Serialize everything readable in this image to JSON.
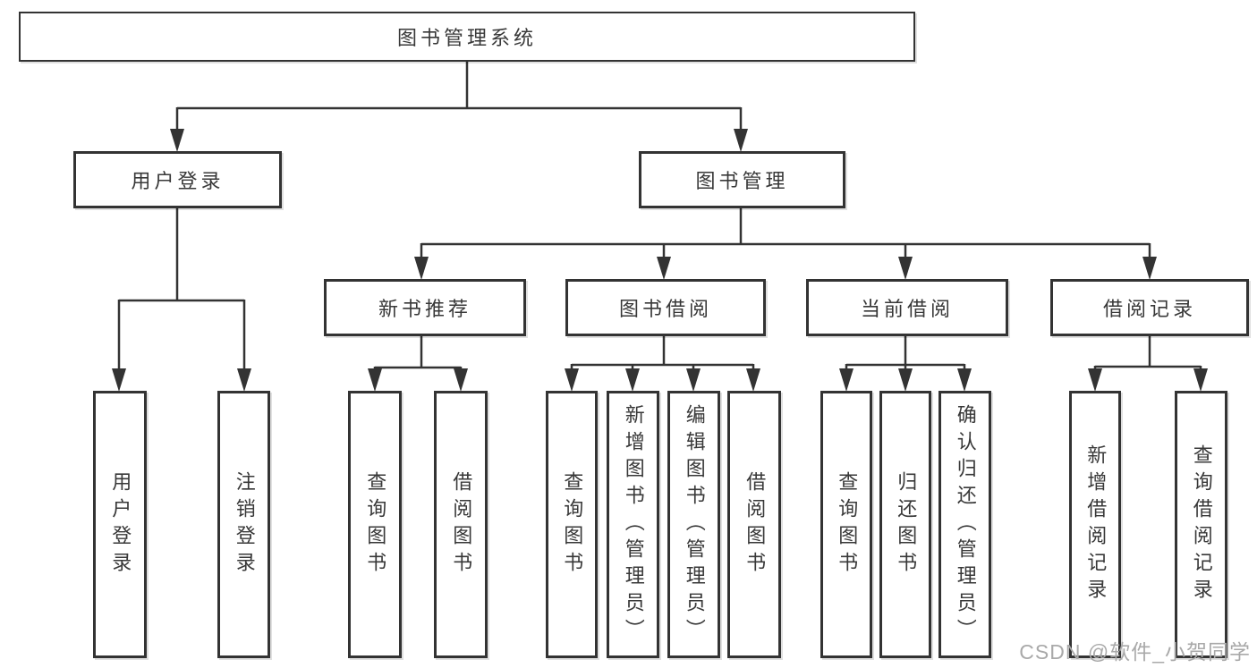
{
  "colors": {
    "line": "#333333",
    "text": "#383838",
    "watermark": "#a9a9a9",
    "background": "#ffffff"
  },
  "tree": {
    "root": {
      "label": "图书管理系统"
    },
    "branches": [
      {
        "label": "用户登录",
        "children": [
          {
            "label": "用户登录"
          },
          {
            "label": "注销登录"
          }
        ]
      },
      {
        "label": "图书管理",
        "groups": [
          {
            "label": "新书推荐",
            "children": [
              {
                "label": "查询图书"
              },
              {
                "label": "借阅图书"
              }
            ]
          },
          {
            "label": "图书借阅",
            "children": [
              {
                "label": "查询图书"
              },
              {
                "label": "新增图书（管理员）"
              },
              {
                "label": "编辑图书（管理员）"
              },
              {
                "label": "借阅图书"
              }
            ]
          },
          {
            "label": "当前借阅",
            "children": [
              {
                "label": "查询图书"
              },
              {
                "label": "归还图书"
              },
              {
                "label": "确认归还（管理员）"
              }
            ]
          },
          {
            "label": "借阅记录",
            "children": [
              {
                "label": "新增借阅记录"
              },
              {
                "label": "查询借阅记录"
              }
            ]
          }
        ]
      }
    ]
  },
  "watermark": {
    "text": "CSDN @软件_小贺同学"
  }
}
